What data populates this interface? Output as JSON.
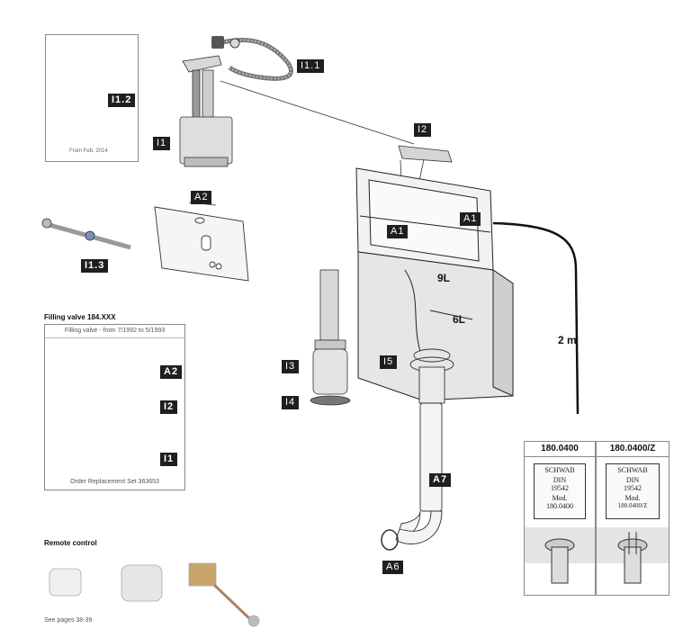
{
  "inset_top": {
    "caption": "From Feb. 2014",
    "tag": "I1.2"
  },
  "labels": {
    "i11": "I1.1",
    "i1": "I1",
    "i2": "I2",
    "a2": "A2",
    "a1_left": "A1",
    "a1_right": "A1",
    "i13": "I1.3",
    "i3": "I3",
    "i4": "I4",
    "i5": "I5",
    "a7": "A7",
    "a6": "A6"
  },
  "cistern": {
    "mark_9l": "9L",
    "mark_6l": "6L",
    "cable_length": "2 m"
  },
  "filling_valve": {
    "title": "Filling valve 184.XXX",
    "subtitle": "Filling valve - from 7/1992 to 5/1993",
    "tag_a2": "A2",
    "tag_i2": "I2",
    "tag_i1": "I1",
    "footer": "Order Replacement Set 363653"
  },
  "remote": {
    "title": "Remote control",
    "note": "See pages 38-39"
  },
  "models": [
    {
      "code": "180.0400",
      "plate": [
        "SCHWAB",
        "DIN",
        "19542",
        "Mod.",
        "180.0400"
      ]
    },
    {
      "code": "180.0400/Z",
      "plate": [
        "SCHWAB",
        "DIN",
        "19542",
        "Mod.",
        "180.0400/Z"
      ]
    }
  ],
  "colors": {
    "tag_bg": "#1f1f1f",
    "cistern_fill": "#e6e6e6",
    "frame_fill": "#f2f2f2"
  }
}
